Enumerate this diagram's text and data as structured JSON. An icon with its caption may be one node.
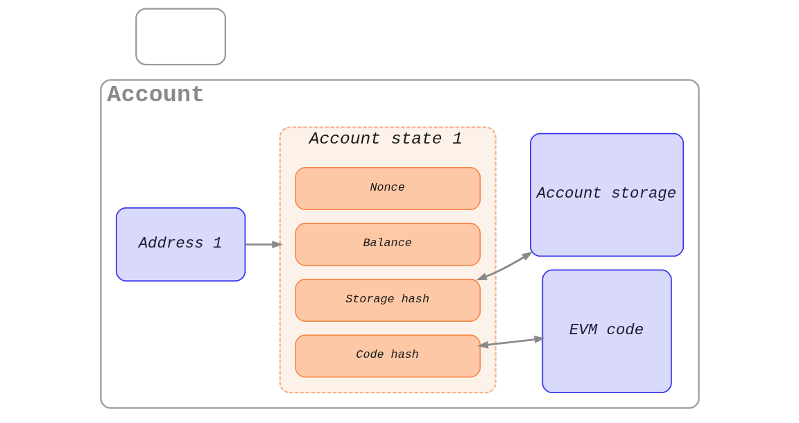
{
  "diagram": {
    "nodes": [
      {
        "text": [
          "Account"
        ]
      },
      {
        "text": [
          "Address 1"
        ],
        "in": 0
      },
      {
        "text": [
          "Account state 1"
        ],
        "in": 0
      },
      {
        "text": [
          "Nonce"
        ],
        "in": 2
      },
      {
        "text": [
          "Balance"
        ],
        "in": 2
      },
      {
        "text": [
          "Storage hash"
        ],
        "in": 2
      },
      {
        "text": [
          "Code hash"
        ],
        "in": 2
      },
      {
        "text": [
          "Account storage"
        ],
        "in": 0
      },
      {
        "text": [
          "EVM code"
        ],
        "in": 0
      },
      {
        "text": [],
        "shape": "box"
      }
    ],
    "edges": [
      {
        "from": 1,
        "to": 2,
        "arrow": "to"
      },
      {
        "from": 5,
        "to": 7,
        "arrow": "both"
      },
      {
        "from": 6,
        "to": 8,
        "arrow": "both"
      }
    ]
  }
}
